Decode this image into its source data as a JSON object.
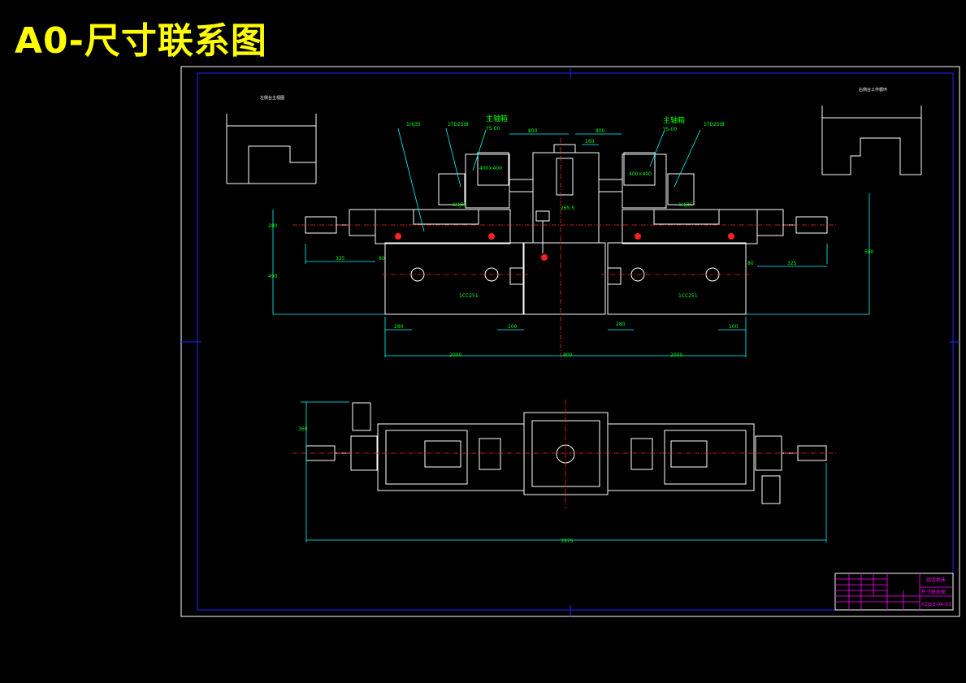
{
  "title": "A0-尺寸联系图",
  "labels": {
    "left_top_box_title": "左侧台主视图",
    "right_top_box_title": "右侧台工作循环",
    "iq_left": "1HJ35",
    "iq_right": "1TD25IB",
    "tl_left": "1TD25IB",
    "spindle_left": "主轴箱",
    "spindle_left_sub": "YS-00",
    "spindle_right": "主轴箱",
    "spindle_right_sub": "YS-00",
    "box_size_left": "400×400",
    "box_size_right": "400×400",
    "slide_left": "1HJ35",
    "slide_right": "1HJ35",
    "bed_left": "1CC251",
    "bed_right": "1CC251"
  },
  "dimensions": {
    "d_top1": "800",
    "d_top2": "800",
    "d_top3": "160",
    "d_center": "265.5",
    "d_left_h1": "325",
    "d_left_h2": "80",
    "d_right_h1": "325",
    "d_right_h2": "80",
    "d_left_v1": "280",
    "d_left_v2": "490",
    "d_right_v": "560",
    "d_bot_left1": "280",
    "d_bot_left2": "100",
    "d_bot_right1": "280",
    "d_bot_right2": "100",
    "d_total_left": "2000",
    "d_total_mid": "800",
    "d_total_right": "2000",
    "plan_height": "360",
    "plan_total": "3975"
  },
  "title_block": {
    "company": "组合机床",
    "drawing_name": "尺寸联系图",
    "code": "YZJS3-04-03"
  }
}
